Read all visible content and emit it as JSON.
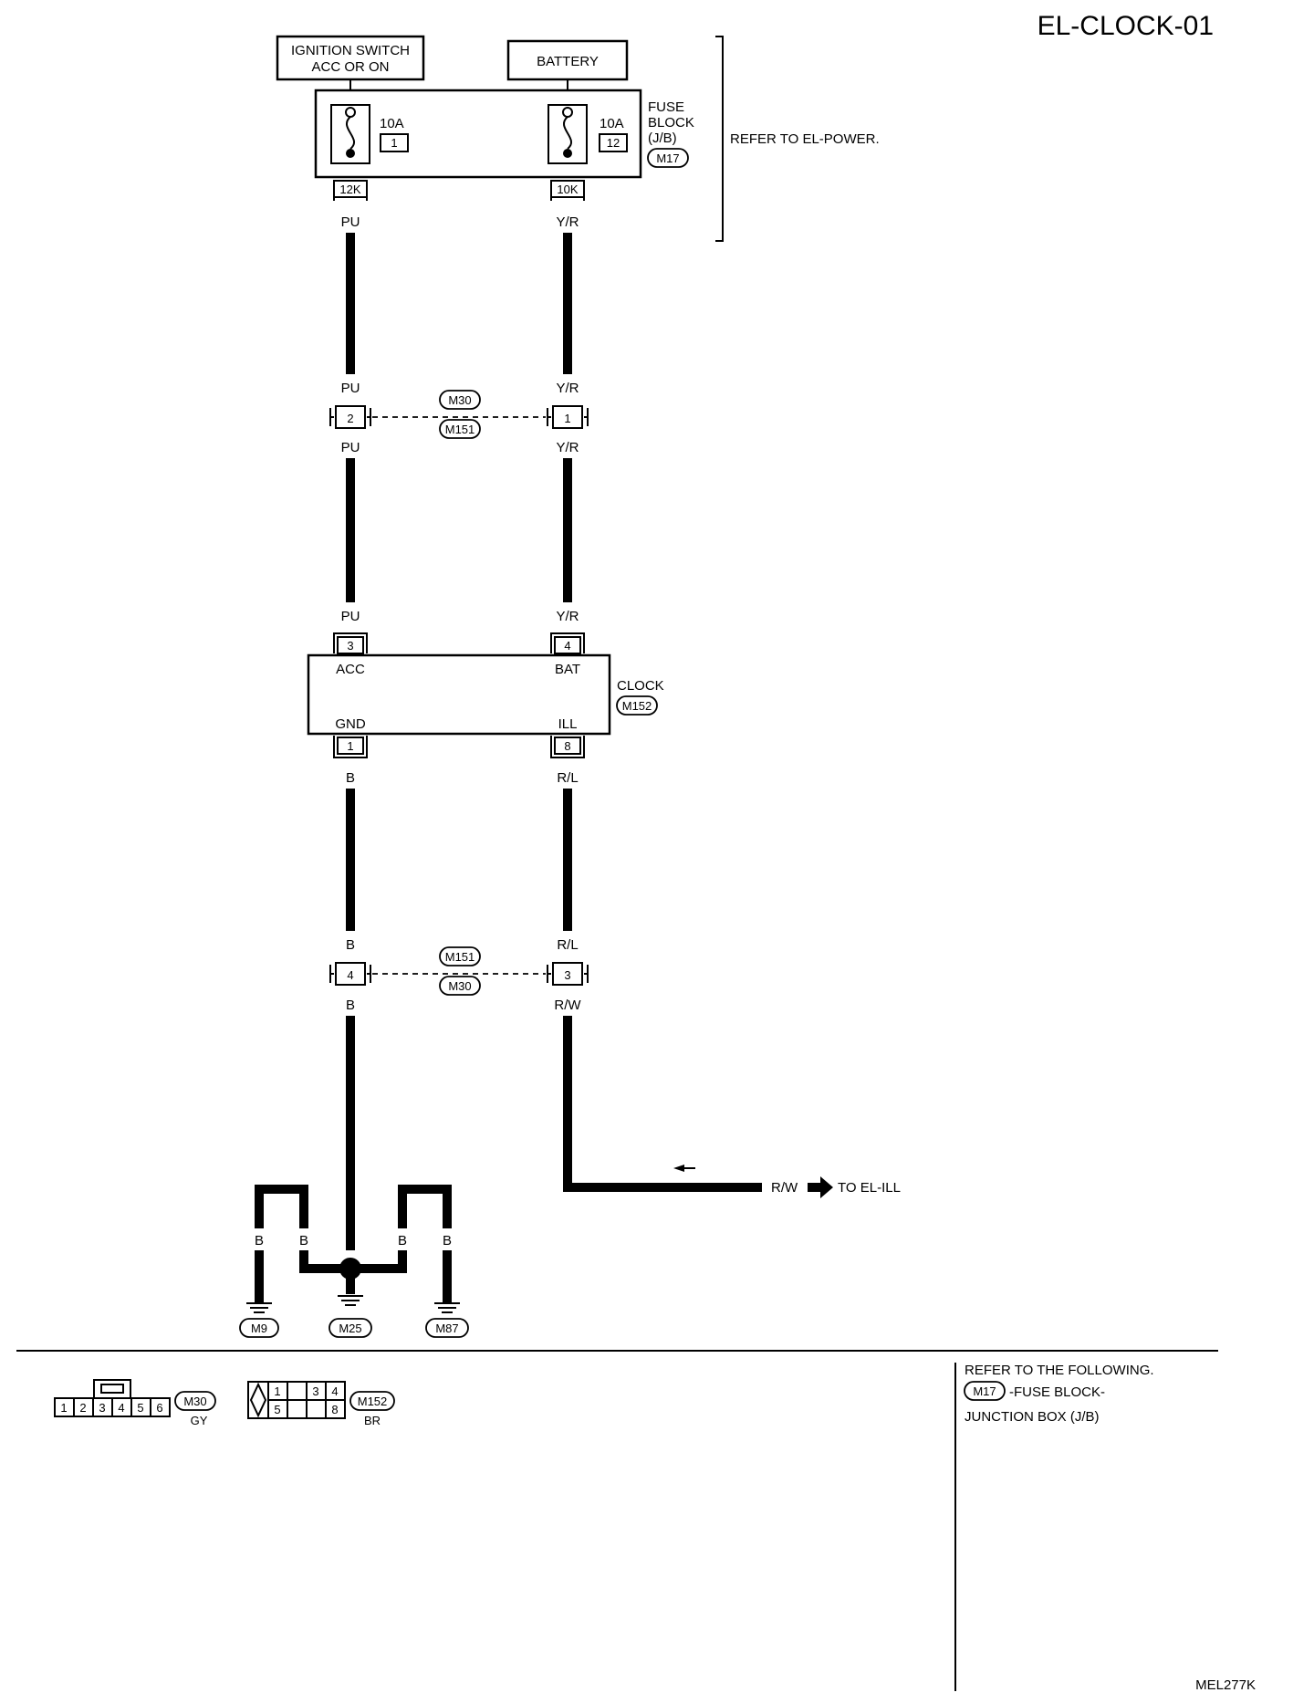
{
  "page_title": "EL-CLOCK-01",
  "figure_code": "MEL277K",
  "sources": {
    "ignition": [
      "IGNITION SWITCH",
      "ACC OR ON"
    ],
    "battery": "BATTERY"
  },
  "fuse_block": {
    "label": [
      "FUSE",
      "BLOCK",
      "(J/B)"
    ],
    "connector": "M17",
    "fuse_left": {
      "rating": "10A",
      "number": "1"
    },
    "fuse_right": {
      "rating": "10A",
      "number": "12"
    },
    "terminal_left": "12K",
    "terminal_right": "10K",
    "refer": "REFER TO EL-POWER."
  },
  "wire_colors": {
    "pu": "PU",
    "yr": "Y/R",
    "b": "B",
    "rl": "R/L",
    "rw": "R/W"
  },
  "joint_upper": {
    "connector_top": "M30",
    "connector_bottom": "M151",
    "pin_left": "2",
    "pin_right": "1"
  },
  "joint_lower": {
    "connector_top": "M151",
    "connector_bottom": "M30",
    "pin_left": "4",
    "pin_right": "3"
  },
  "clock": {
    "label": "CLOCK",
    "connector": "M152",
    "pin_acc": "3",
    "name_acc": "ACC",
    "pin_bat": "4",
    "name_bat": "BAT",
    "pin_gnd": "1",
    "name_gnd": "GND",
    "pin_ill": "8",
    "name_ill": "ILL"
  },
  "illumination": {
    "wire": "R/W",
    "target": "TO EL-ILL"
  },
  "grounds": [
    "M9",
    "M25",
    "M87"
  ],
  "connector_views": {
    "m30": {
      "name": "M30",
      "color": "GY",
      "pins": [
        "1",
        "2",
        "3",
        "4",
        "5",
        "6"
      ]
    },
    "m152": {
      "name": "M152",
      "color": "BR",
      "pins_top": [
        "1",
        "",
        "3",
        "4"
      ],
      "pins_bottom": [
        "5",
        "",
        "",
        "8"
      ]
    }
  },
  "refer_following": {
    "heading": "REFER TO THE FOLLOWING.",
    "connector": "M17",
    "line1": "-FUSE BLOCK-",
    "line2": "JUNCTION BOX (J/B)"
  }
}
